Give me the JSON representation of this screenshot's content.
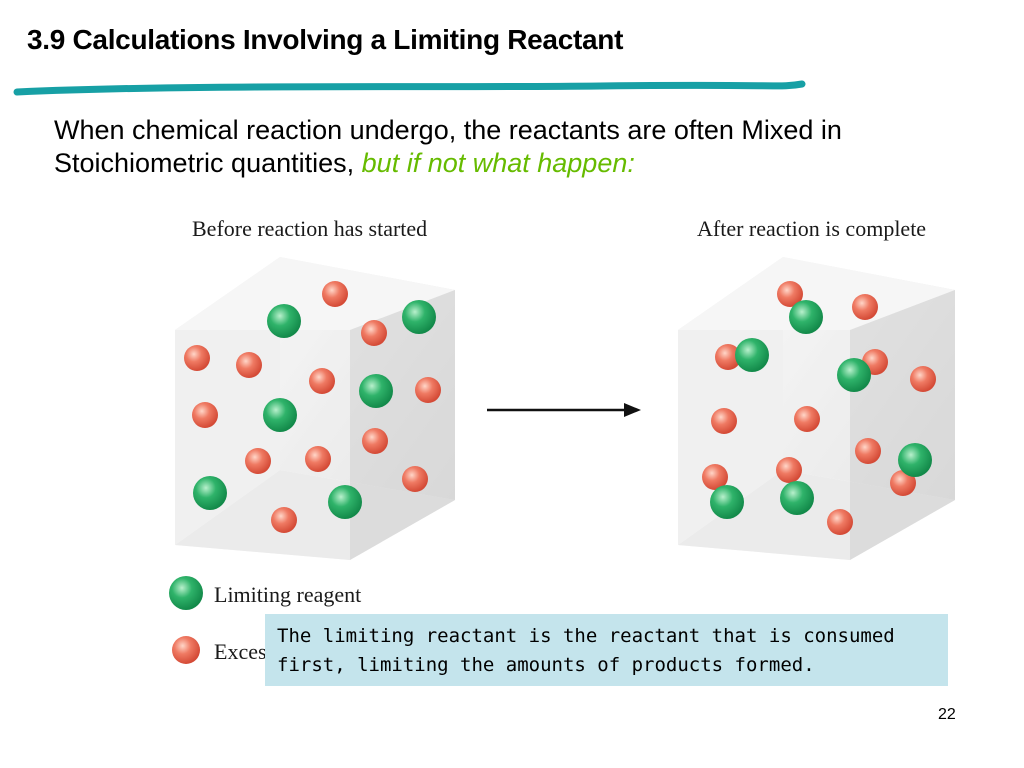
{
  "slide": {
    "title": "3.9 Calculations Involving a Limiting Reactant",
    "intro_text": "When chemical reaction undergo, the reactants are often Mixed in Stoichiometric quantities,",
    "intro_emphasis": "but if not what happen:",
    "page_number": "22"
  },
  "figure": {
    "before_caption": "Before reaction has started",
    "after_caption": "After reaction is complete",
    "legend_limiting": "Limiting reagent",
    "legend_excess_visible": "Exces",
    "molecule_colors": {
      "limiting": "#2fb36a",
      "excess": "#ef7a63"
    }
  },
  "definition_box": {
    "line1": "The limiting reactant is the reactant that is consumed",
    "line2": "first, limiting the amounts of products formed."
  },
  "colors": {
    "title_rule": "#17a0a5",
    "emphasis_text": "#66bb00",
    "definition_background": "#c4e4ec"
  }
}
